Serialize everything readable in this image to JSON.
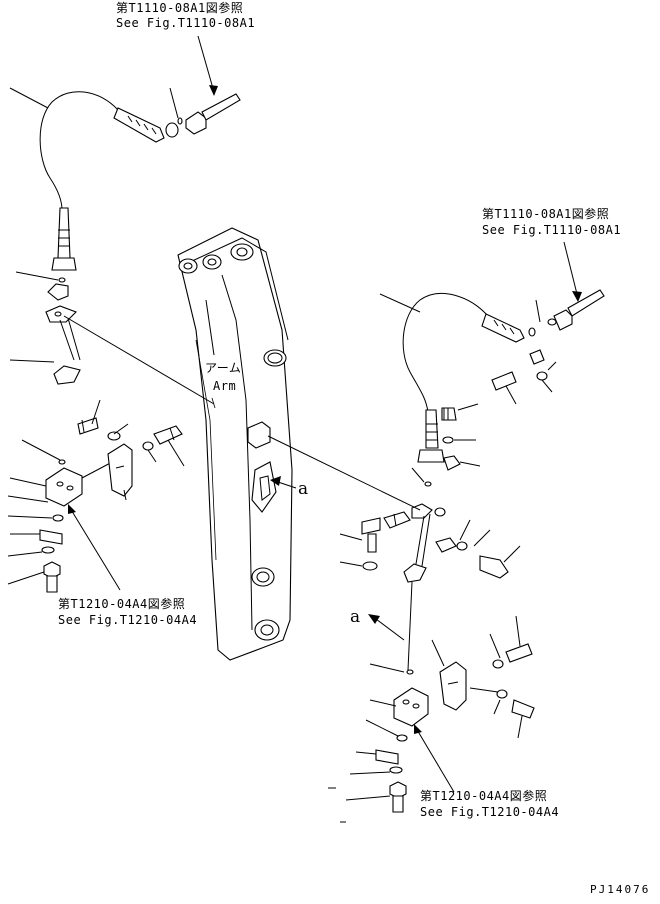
{
  "figure_id": "PJ14076",
  "arm_label_jp": "アーム",
  "arm_label_en": "Arm",
  "section_marker": "a",
  "refs": {
    "top_left": {
      "jp": "第T1110-08A1図参照",
      "en": "See Fig.T1110-08A1"
    },
    "top_right": {
      "jp": "第T1110-08A1図参照",
      "en": "See Fig.T1110-08A1"
    },
    "bottom_left": {
      "jp": "第T1210-04A4図参照",
      "en": "See Fig.T1210-04A4"
    },
    "bottom_right": {
      "jp": "第T1210-04A4図参照",
      "en": "See Fig.T1210-04A4"
    }
  }
}
